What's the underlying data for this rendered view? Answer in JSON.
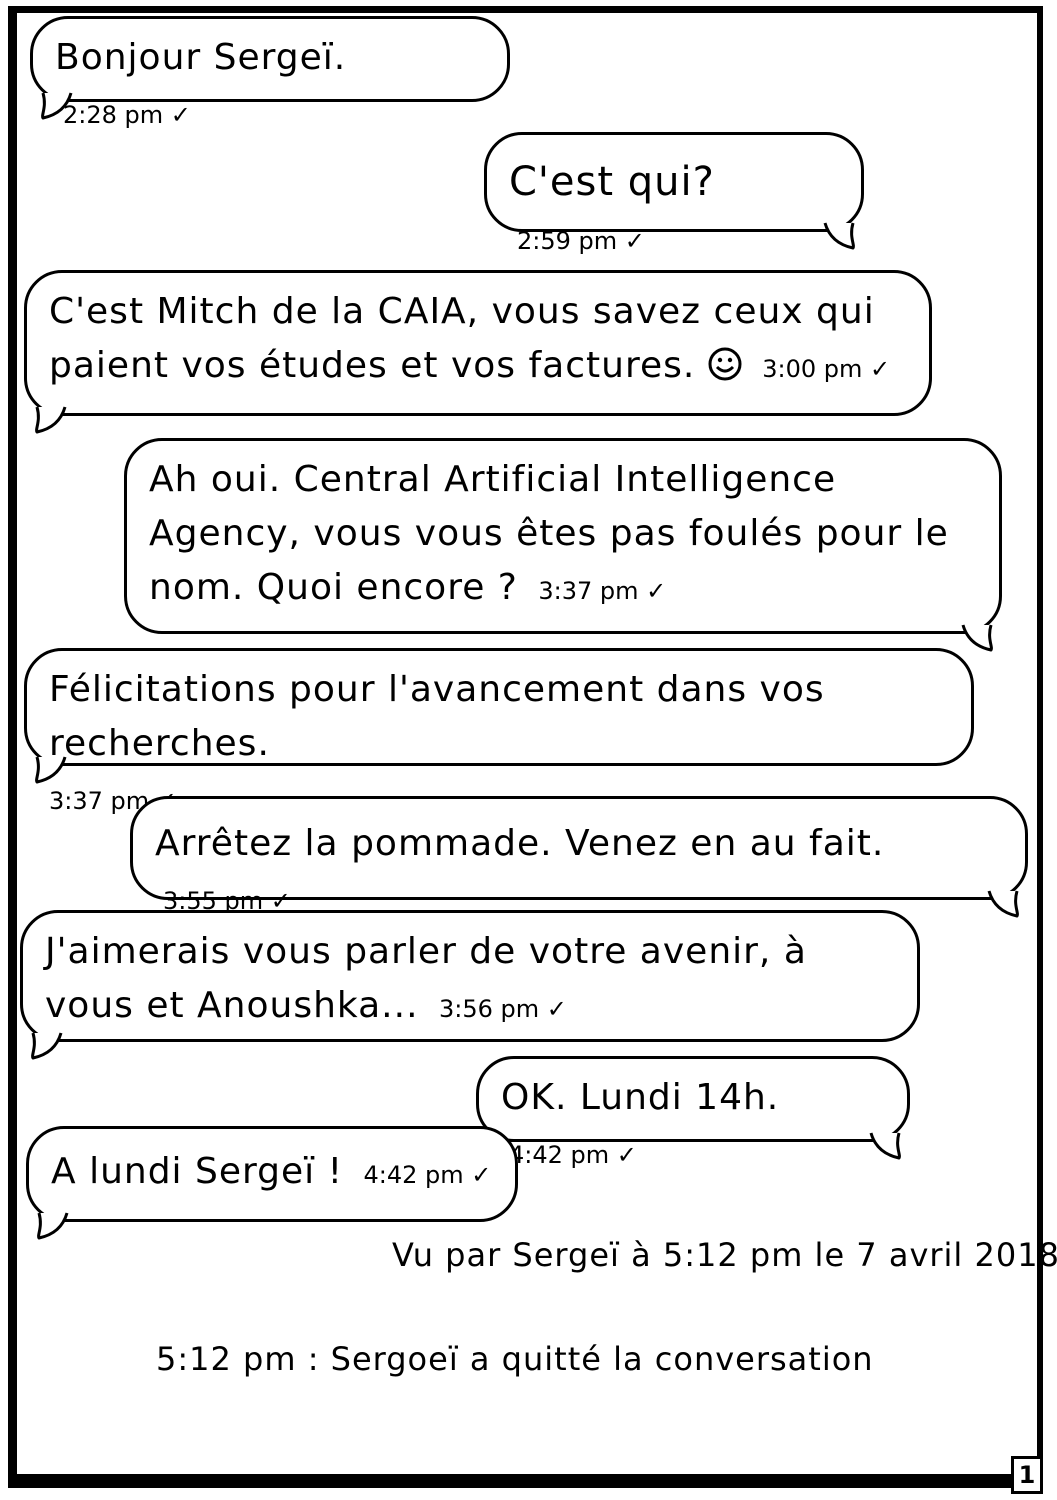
{
  "messages": [
    {
      "text": "Bonjour Sergeï.",
      "time": "2:28 pm",
      "receipt": "✓"
    },
    {
      "text": "C'est qui?",
      "time": "2:59 pm",
      "receipt": "✓"
    },
    {
      "text": "C'est Mitch de la CAIA, vous savez ceux qui paient vos études et vos factures.",
      "time": "3:00 pm",
      "receipt": "✓",
      "emoji": "smiley-icon"
    },
    {
      "text": "Ah oui. Central Artificial Intelligence Agency, vous vous êtes pas foulés pour le nom. Quoi encore ?",
      "time": "3:37 pm",
      "receipt": "✓"
    },
    {
      "text": "Félicitations pour l'avancement dans vos recherches.",
      "time": "3:37 pm",
      "receipt": "✓"
    },
    {
      "text": "Arrêtez la pommade. Venez en au fait.",
      "time": "3:55 pm",
      "receipt": "✓"
    },
    {
      "text": "J'aimerais vous parler de votre avenir, à vous et Anoushka...",
      "time": "3:56 pm",
      "receipt": "✓"
    },
    {
      "text": "OK. Lundi 14h.",
      "time": "4:42 pm",
      "receipt": "✓"
    },
    {
      "text": "A lundi Sergeï !",
      "time": "4:42 pm",
      "receipt": "✓"
    }
  ],
  "seen_status": "Vu par Sergeï à 5:12 pm le 7 avril 2018",
  "left_notice": "5:12 pm : Sergoeï a quitté la conversation",
  "page_number": "1"
}
